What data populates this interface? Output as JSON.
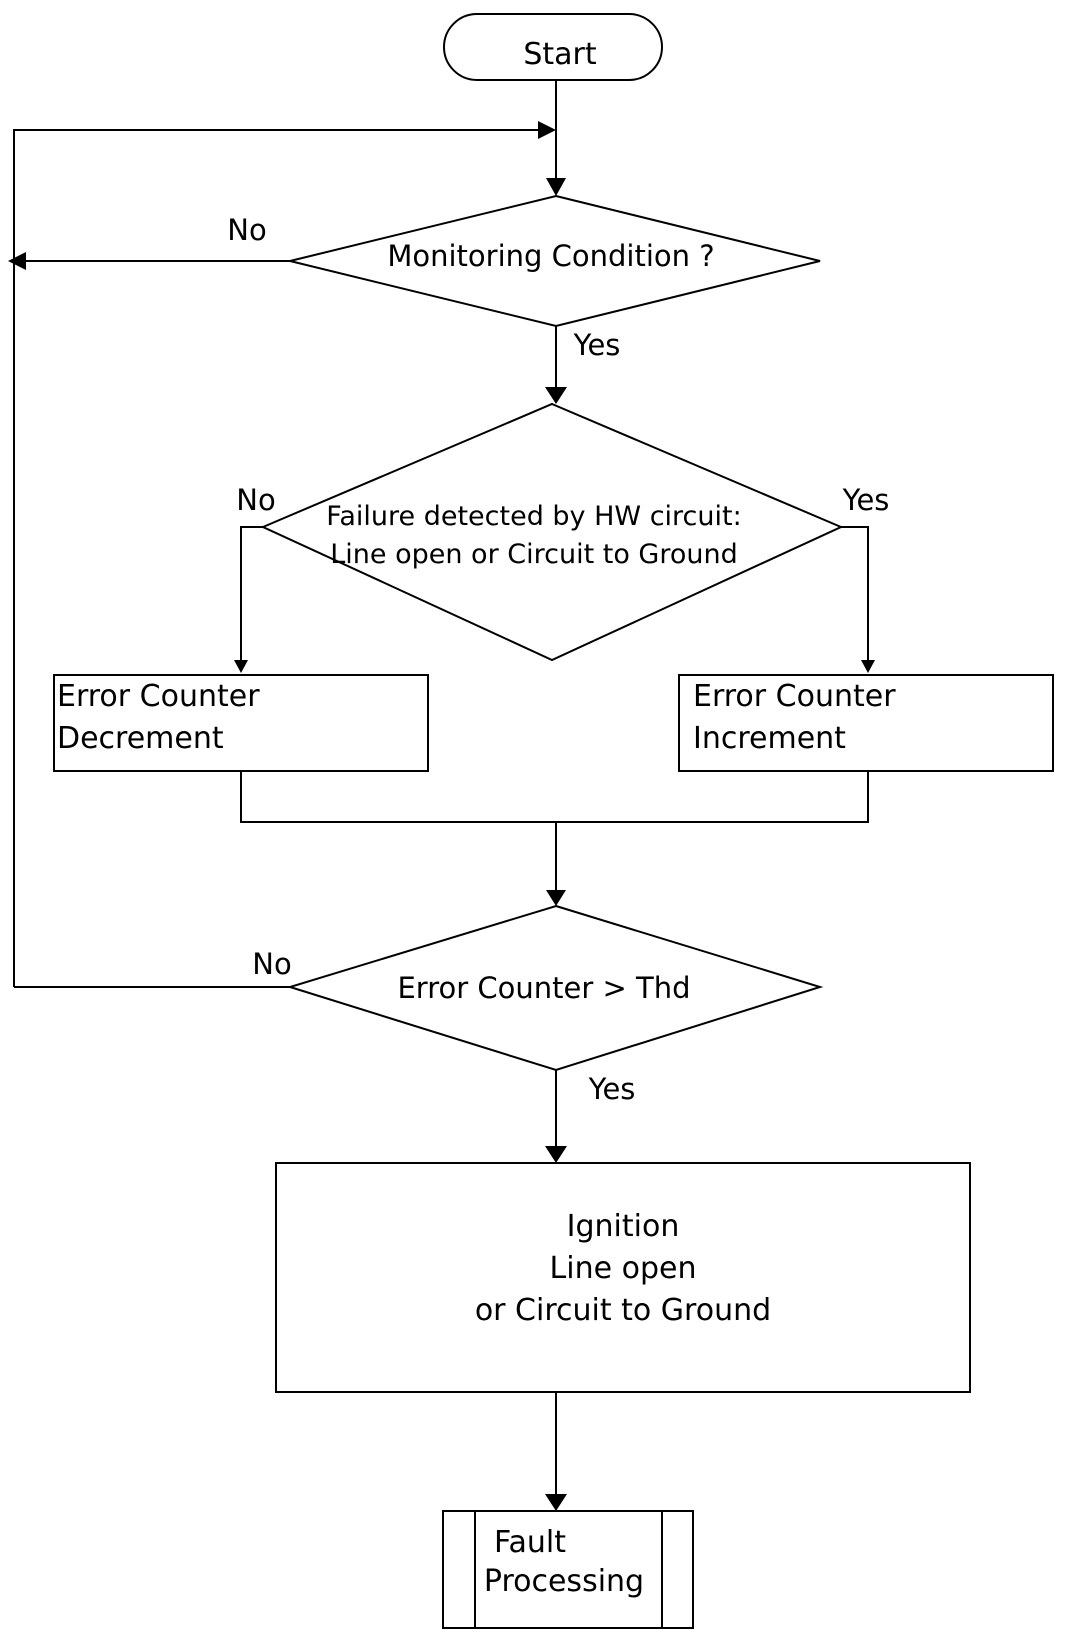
{
  "nodes": {
    "start": "Start",
    "monitoring_condition": "Monitoring Condition ?",
    "failure_detected": {
      "line1": "Failure detected by HW circuit:",
      "line2": "Line open or Circuit to Ground"
    },
    "error_counter_decrement": {
      "line1": "Error Counter",
      "line2": "Decrement"
    },
    "error_counter_increment": {
      "line1": "Error Counter",
      "line2": "Increment"
    },
    "threshold_check": "Error Counter >  Thd",
    "ignition_fault": {
      "line1": "Ignition",
      "line2": "Line open",
      "line3": "or Circuit to Ground"
    },
    "fault_processing": {
      "line1": "Fault",
      "line2": "Processing"
    }
  },
  "edges": {
    "monitoring_no": "No",
    "monitoring_yes": "Yes",
    "failure_no": "No",
    "failure_yes": "Yes",
    "threshold_no": "No",
    "threshold_yes": "Yes"
  },
  "colors": {
    "line": "#000000",
    "background": "#ffffff"
  }
}
